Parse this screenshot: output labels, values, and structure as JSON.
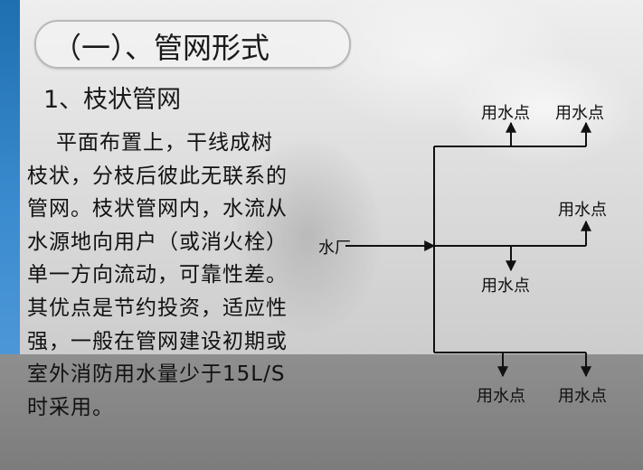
{
  "title": "（一）、管网形式",
  "subtitle": "1、枝状管网",
  "paragraph": "平面布置上，干线成树枝状，分枝后彼此无联系的管网。枝状管网内，水流从水源地向用户（或消火栓）单一方向流动，可靠性差。其优点是节约投资，适应性强，一般在管网建设初期或室外消防用水量少于15L/S时采用。",
  "diagram": {
    "source_label": "水厂",
    "point_labels": [
      "用水点",
      "用水点",
      "用水点",
      "用水点",
      "用水点",
      "用水点"
    ]
  }
}
